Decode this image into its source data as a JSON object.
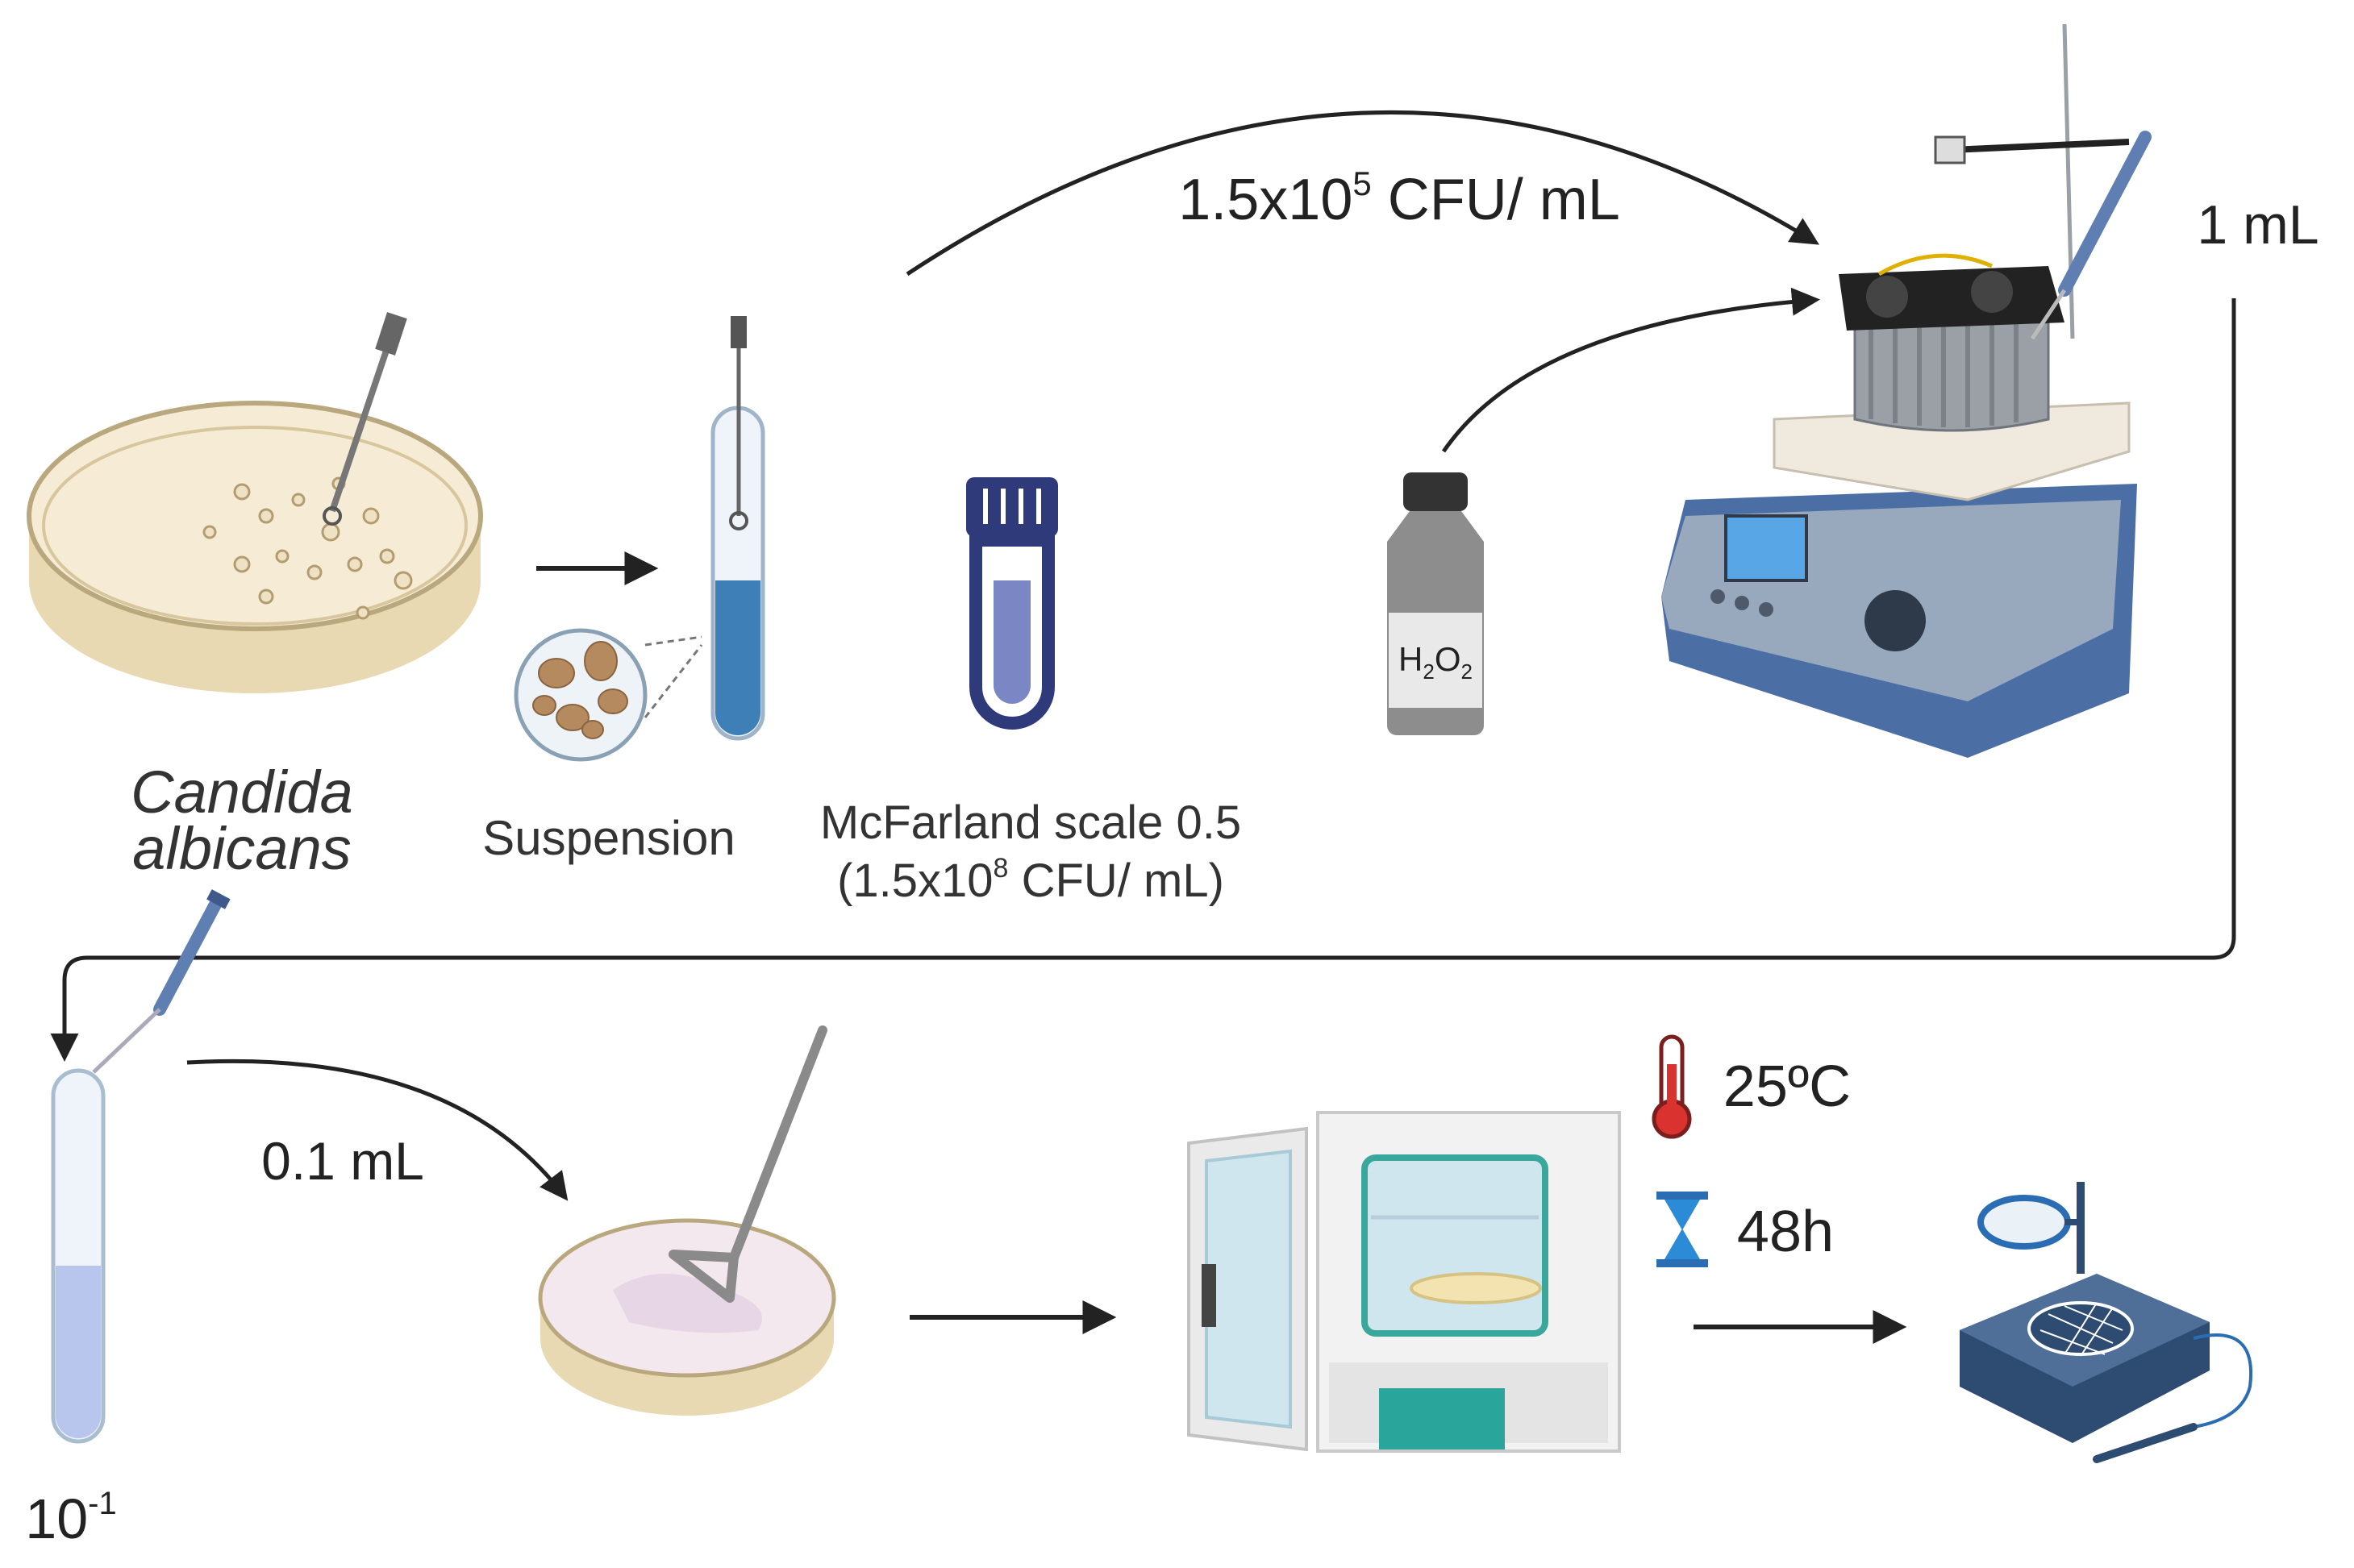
{
  "labels": {
    "organism_line1": "Candida",
    "organism_line2": "albicans",
    "suspension": "Suspension",
    "mcfarland_line1": "McFarland scale 0.5",
    "mcfarland_line2_prefix": "(1.5x10",
    "mcfarland_line2_exp": "8",
    "mcfarland_line2_suffix": " CFU/ mL)",
    "inoculum_prefix": "1.5x10",
    "inoculum_exp": "5",
    "inoculum_suffix": " CFU/ mL",
    "h2o2_h": "H",
    "h2o2_sub1": "2",
    "h2o2_o": "O",
    "h2o2_sub2": "2",
    "sample_volume": "1 mL",
    "dilution_base": "10",
    "dilution_exp": "-1",
    "plating_volume": "0.1 mL",
    "temperature": "25ºC",
    "time": "48h"
  },
  "colors": {
    "arrow": "#222222",
    "agar": "#f6ecd6",
    "dish_rim": "#e9d9b3",
    "tube_blue": "#3f7fb7",
    "mcfarland_outline": "#2e3a7a",
    "mcfarland_fill": "#7b86c4",
    "counter": "#2e4b72",
    "incubator_teal": "#2aa59b",
    "thermometer_red": "#d9322f",
    "hourglass_blue": "#2b8bd6"
  }
}
